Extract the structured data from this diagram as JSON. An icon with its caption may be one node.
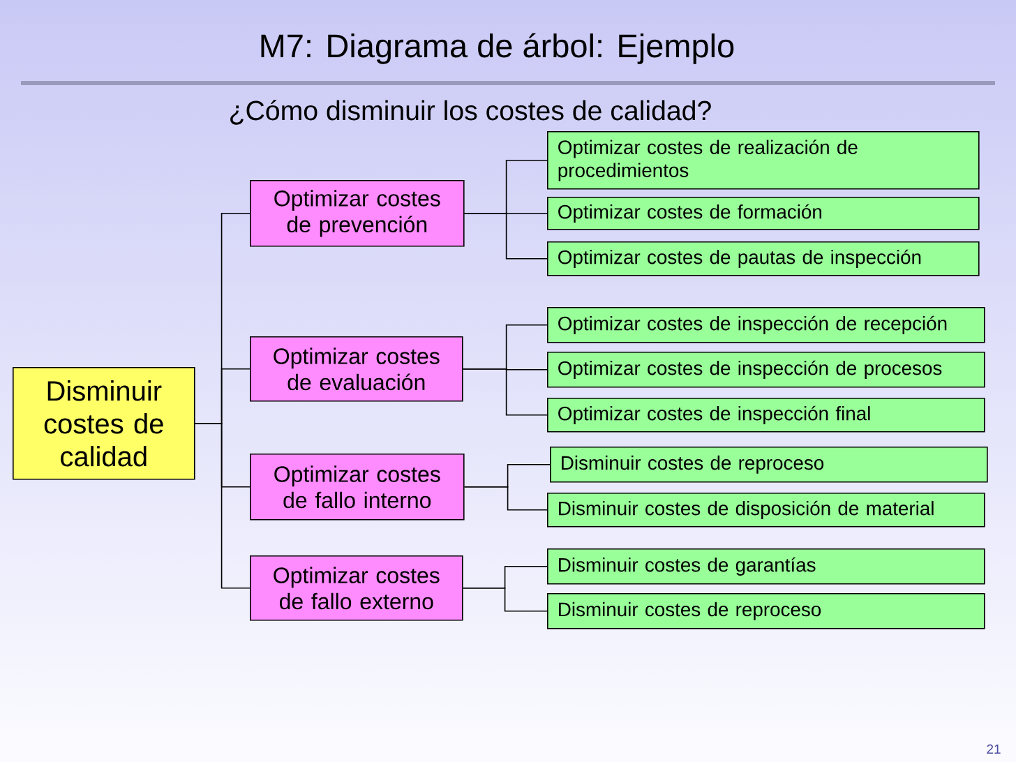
{
  "diagram": {
    "title": "M7: Diagrama de árbol: Ejemplo",
    "nodes": [
      {
        "text": [
          "Disminuir costes de calidad"
        ]
      },
      {
        "text": [
          "Optimizar costes de prevención"
        ]
      },
      {
        "text": [
          "Optimizar costes de evaluación"
        ]
      },
      {
        "text": [
          "Optimizar costes de fallo interno"
        ]
      },
      {
        "text": [
          "Optimizar costes de fallo externo"
        ]
      },
      {
        "text": [
          "Optimizar costes de realización de procedimientos"
        ]
      },
      {
        "text": [
          "Optimizar costes de formación"
        ]
      },
      {
        "text": [
          "Optimizar costes de pautas de inspección"
        ]
      },
      {
        "text": [
          "Optimizar costes de inspección de recepción"
        ]
      },
      {
        "text": [
          "Optimizar costes de inspección de procesos"
        ]
      },
      {
        "text": [
          "Optimizar costes de inspección final"
        ]
      },
      {
        "text": [
          "Disminuir costes de reproceso"
        ]
      },
      {
        "text": [
          "Disminuir costes de disposición de material"
        ]
      },
      {
        "text": [
          "Disminuir costes de garantías"
        ]
      },
      {
        "text": [
          "Disminuir costes de reproceso"
        ]
      }
    ],
    "edges": [
      {
        "from": 0,
        "to": 1,
        "arrow": "none"
      },
      {
        "from": 0,
        "to": 2,
        "arrow": "none"
      },
      {
        "from": 0,
        "to": 3,
        "arrow": "none"
      },
      {
        "from": 0,
        "to": 4,
        "arrow": "none"
      },
      {
        "from": 1,
        "to": 5,
        "arrow": "none"
      },
      {
        "from": 1,
        "to": 6,
        "arrow": "none"
      },
      {
        "from": 1,
        "to": 7,
        "arrow": "none"
      },
      {
        "from": 2,
        "to": 8,
        "arrow": "none"
      },
      {
        "from": 2,
        "to": 9,
        "arrow": "none"
      },
      {
        "from": 2,
        "to": 10,
        "arrow": "none"
      },
      {
        "from": 3,
        "to": 11,
        "arrow": "none"
      },
      {
        "from": 3,
        "to": 12,
        "arrow": "none"
      },
      {
        "from": 4,
        "to": 13,
        "arrow": "none"
      },
      {
        "from": 4,
        "to": 14,
        "arrow": "none"
      }
    ],
    "labels": [
      "¿Cómo disminuir los costes de calidad?",
      "21"
    ]
  }
}
